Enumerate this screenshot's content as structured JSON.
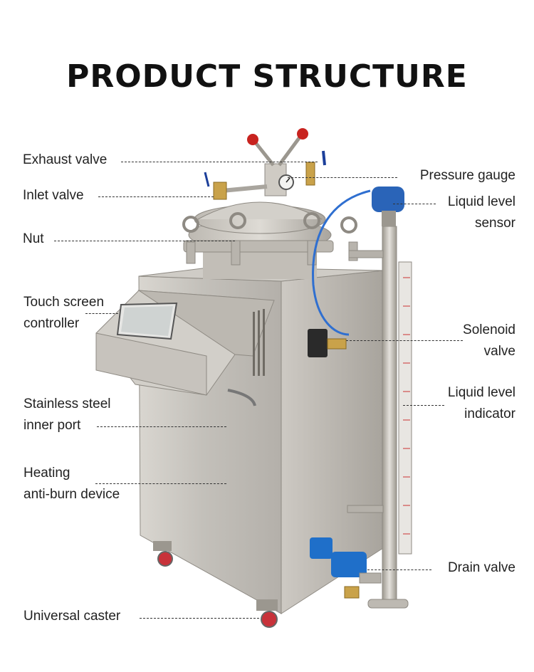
{
  "title": "PRODUCT STRUCTURE",
  "labels": {
    "exhaust_valve": "Exhaust valve",
    "inlet_valve": "Inlet valve",
    "nut": "Nut",
    "touch_screen_line1": "Touch screen",
    "touch_screen_line2": "controller",
    "stainless_line1": "Stainless steel",
    "stainless_line2": "inner port",
    "heating_line1": "Heating",
    "heating_line2": "anti-burn device",
    "universal_caster": "Universal caster",
    "pressure_gauge": "Pressure gauge",
    "liquid_sensor_line1": "Liquid level",
    "liquid_sensor_line2": "sensor",
    "solenoid_line1": "Solenoid",
    "solenoid_line2": "valve",
    "liquid_indicator_line1": "Liquid level",
    "liquid_indicator_line2": "indicator",
    "drain_valve": "Drain valve"
  },
  "colors": {
    "steel": "#c9c6c0",
    "steel_dark": "#a9a59e",
    "hose_blue": "#2f6fd0",
    "knob_red": "#c8231f",
    "sensor_blue": "#2a64b8",
    "drain_blue": "#1f6fc9"
  }
}
